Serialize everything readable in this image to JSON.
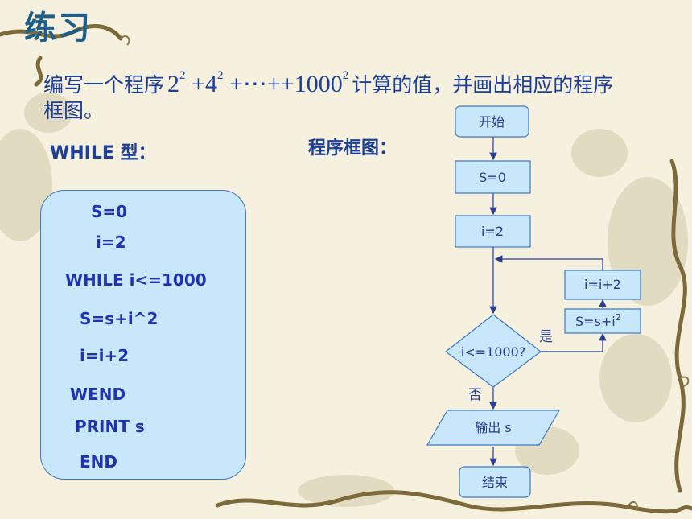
{
  "slide": {
    "title": "练习",
    "problem": {
      "lead": "编写一个程序",
      "expression": {
        "term1_base": "2",
        "term1_exp": "2",
        "op1": "+",
        "term2_base": "4",
        "term2_exp": "2",
        "dots": "+⋯++",
        "term3_base": "1000",
        "term3_exp": "2"
      },
      "tail": "计算的值，并画出相应的程序框图。"
    },
    "while_label": "WHILE 型：",
    "flowchart_label": "程序框图："
  },
  "code": {
    "lines": [
      "S=0",
      "i=2",
      "WHILE i<=1000",
      "S=s+i^2",
      "i=i+2",
      "WEND",
      "PRINT s",
      "END"
    ]
  },
  "flowchart": {
    "start": "开始",
    "init_s": "S=0",
    "init_i": "i=2",
    "condition": "i<=1000?",
    "yes": "是",
    "no": "否",
    "body_sum_base": "S=s+i",
    "body_sum_exp": "2",
    "body_inc": "i=i+2",
    "output": "输出 s",
    "end": "结束"
  },
  "colors": {
    "title": "#1f5e86",
    "text": "#1c3f99",
    "box_fill": "#c9e7fb",
    "box_border": "#3d78c0",
    "code_text": "#2233b0"
  }
}
